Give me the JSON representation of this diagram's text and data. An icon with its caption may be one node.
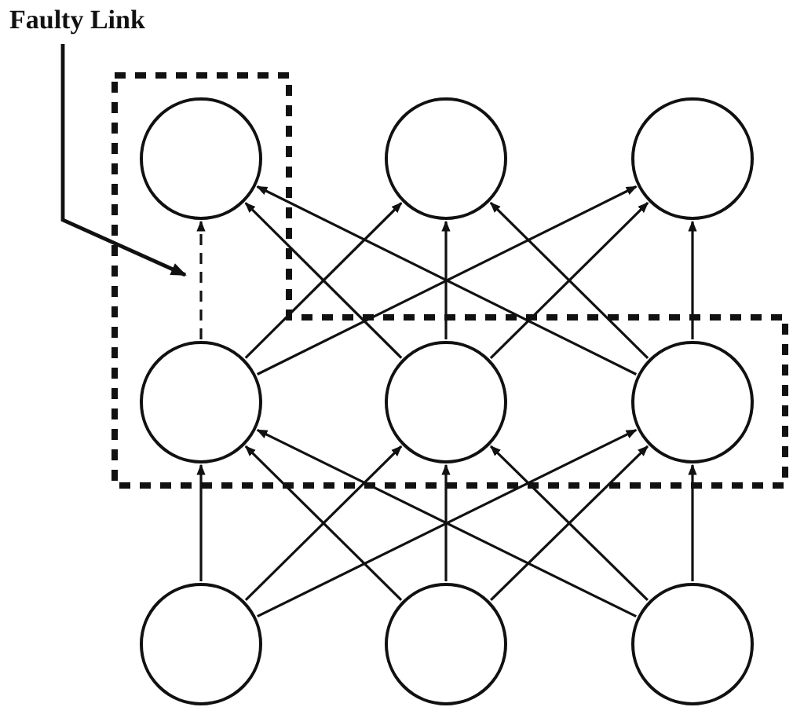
{
  "diagram": {
    "nodes": [
      {
        "text": [
          "Faulty Link"
        ]
      },
      {
        "text": [],
        "shape": "circle"
      },
      {
        "text": [],
        "shape": "circle"
      },
      {
        "text": [],
        "shape": "circle"
      },
      {
        "text": [],
        "shape": "circle"
      },
      {
        "text": [],
        "shape": "circle"
      },
      {
        "text": [],
        "shape": "circle"
      },
      {
        "text": [],
        "shape": "circle"
      },
      {
        "text": [],
        "shape": "circle"
      },
      {
        "text": [],
        "shape": "circle"
      }
    ],
    "edges": [
      {
        "from": 0,
        "to": null,
        "arrow": "to"
      },
      {
        "from": 4,
        "to": 1,
        "arrow": "to",
        "style": "dashed"
      },
      {
        "from": 4,
        "to": 2,
        "arrow": "to"
      },
      {
        "from": 4,
        "to": 3,
        "arrow": "to"
      },
      {
        "from": 5,
        "to": 1,
        "arrow": "to"
      },
      {
        "from": 5,
        "to": 2,
        "arrow": "to"
      },
      {
        "from": 5,
        "to": 3,
        "arrow": "to"
      },
      {
        "from": 6,
        "to": 1,
        "arrow": "to"
      },
      {
        "from": 6,
        "to": 2,
        "arrow": "to"
      },
      {
        "from": 6,
        "to": 3,
        "arrow": "to"
      },
      {
        "from": 7,
        "to": 4,
        "arrow": "to"
      },
      {
        "from": 7,
        "to": 5,
        "arrow": "to"
      },
      {
        "from": 7,
        "to": 6,
        "arrow": "to"
      },
      {
        "from": 8,
        "to": 4,
        "arrow": "to"
      },
      {
        "from": 8,
        "to": 5,
        "arrow": "to"
      },
      {
        "from": 8,
        "to": 6,
        "arrow": "to"
      },
      {
        "from": 9,
        "to": 4,
        "arrow": "to"
      },
      {
        "from": 9,
        "to": 5,
        "arrow": "to"
      },
      {
        "from": 9,
        "to": 6,
        "arrow": "to"
      }
    ]
  }
}
